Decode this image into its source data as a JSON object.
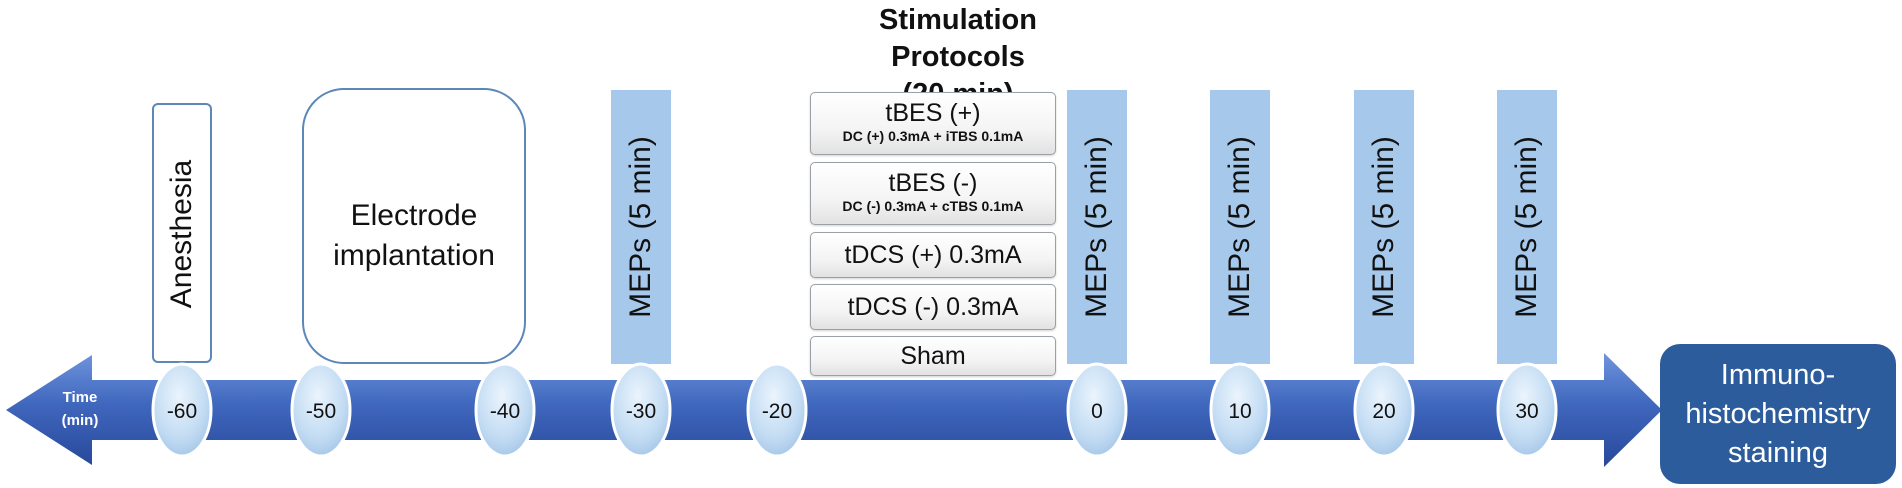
{
  "title": {
    "line1": "Stimulation Protocols",
    "line2": "(20 min)"
  },
  "time_axis": {
    "label_line1": "Time",
    "label_line2": "(min)",
    "nodes": [
      "-60",
      "-50",
      "-40",
      "-30",
      "-20",
      "0",
      "10",
      "20",
      "30"
    ]
  },
  "phases": {
    "anesthesia": "Anesthesia",
    "electrode": {
      "line1": "Electrode",
      "line2": "implantation"
    },
    "meps": "MEPs (5 min)"
  },
  "protocols": [
    {
      "main": "tBES (+)",
      "sub": "DC (+) 0.3mA + iTBS 0.1mA"
    },
    {
      "main": "tBES (-)",
      "sub": "DC (-) 0.3mA + cTBS 0.1mA"
    },
    {
      "main": "tDCS (+) 0.3mA"
    },
    {
      "main": "tDCS (-) 0.3mA"
    },
    {
      "main": "Sham"
    }
  ],
  "end_box": {
    "line1": "Immuno-",
    "line2": "histochemistry",
    "line3": "staining"
  },
  "colors": {
    "arrow": "#3b63b8",
    "mep_box": "#a6c8ea",
    "outline": "#5b88b8",
    "end_box": "#2c5c9c",
    "node": "#c3dcf3"
  }
}
